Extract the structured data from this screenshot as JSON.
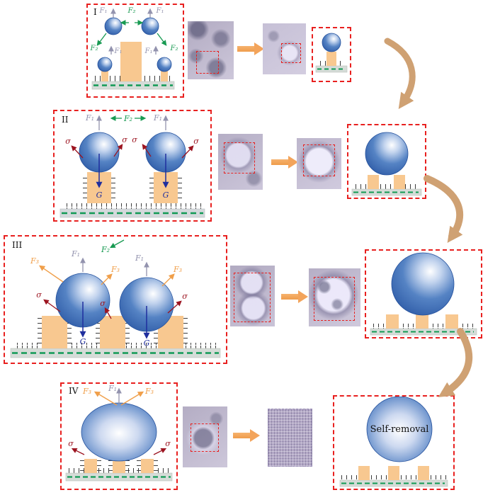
{
  "labels": {
    "f1": "F₁",
    "f2": "F₂",
    "f3": "F₃",
    "sigma": "σ",
    "g": "G"
  },
  "stages": {
    "one": {
      "numeral": "I"
    },
    "two": {
      "numeral": "II"
    },
    "three": {
      "numeral": "III"
    },
    "four": {
      "numeral": "IV"
    }
  },
  "final_panel": {
    "self_removal": "Self-removal"
  },
  "colors": {
    "panel_border": "#e8201f",
    "droplet_blue": "#3a6ab8",
    "pillar_orange": "#f8c890",
    "substrate_dash_green": "#119a55",
    "f1_gray": "#9393ae",
    "f2_green": "#189a52",
    "f3_orange": "#f09f4a",
    "sigma_red": "#9c1420",
    "g_blue": "#1f2e9e",
    "flow_arrow_orange": "#f3a45b",
    "curve_arrow_tan": "#cfa173"
  }
}
